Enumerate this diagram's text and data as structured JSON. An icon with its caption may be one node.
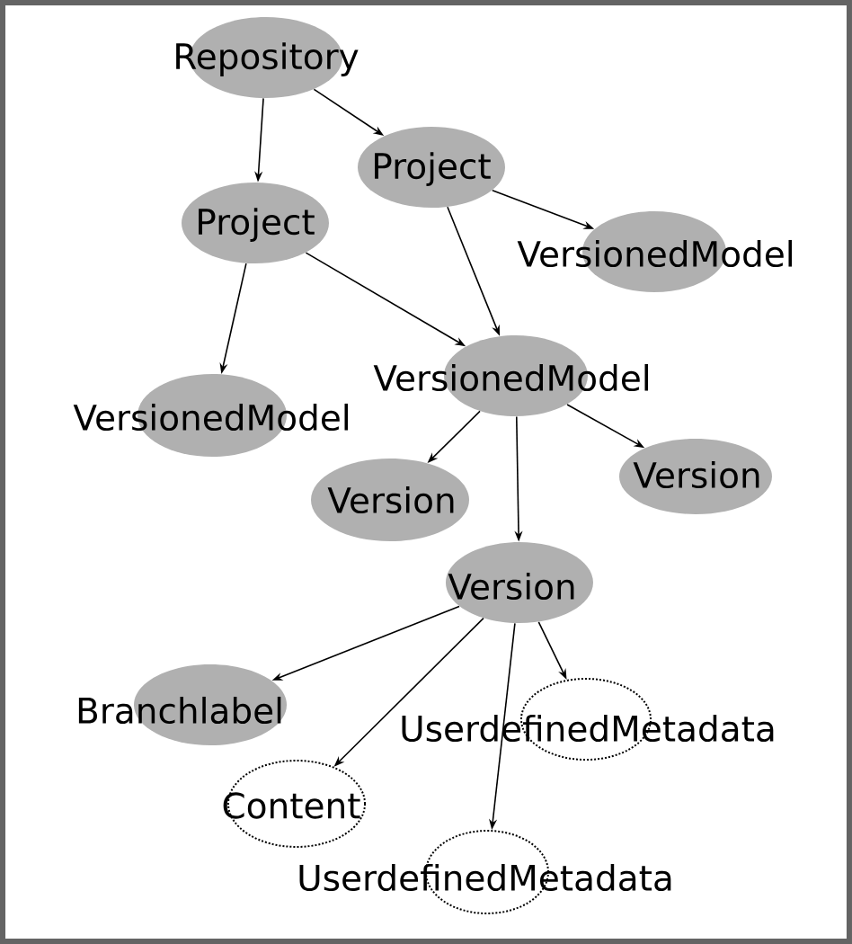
{
  "diagram": {
    "nodes": [
      {
        "text": [
          "Repository"
        ]
      },
      {
        "text": [
          "Project"
        ]
      },
      {
        "text": [
          "Project"
        ]
      },
      {
        "text": [
          "VersionedModel"
        ]
      },
      {
        "text": [
          "VersionedModel"
        ]
      },
      {
        "text": [
          "VersionedModel"
        ]
      },
      {
        "text": [
          "Version"
        ]
      },
      {
        "text": [
          "Version"
        ]
      },
      {
        "text": [
          "Version"
        ]
      },
      {
        "text": [
          "Branchlabel"
        ]
      },
      {
        "text": [
          "UserdefinedMetadata"
        ]
      },
      {
        "text": [
          "Content"
        ]
      },
      {
        "text": [
          "UserdefinedMetadata"
        ]
      }
    ],
    "edges": [
      {
        "from": 0,
        "to": 2,
        "arrow": "to"
      },
      {
        "from": 0,
        "to": 1,
        "arrow": "to"
      },
      {
        "from": 1,
        "to": 3,
        "arrow": "to"
      },
      {
        "from": 1,
        "to": 4,
        "arrow": "to"
      },
      {
        "from": 2,
        "to": 5,
        "arrow": "to"
      },
      {
        "from": 2,
        "to": 4,
        "arrow": "to"
      },
      {
        "from": 4,
        "to": 6,
        "arrow": "to"
      },
      {
        "from": 4,
        "to": 7,
        "arrow": "to"
      },
      {
        "from": 4,
        "to": 8,
        "arrow": "to"
      },
      {
        "from": 8,
        "to": 9,
        "arrow": "to"
      },
      {
        "from": 8,
        "to": 11,
        "arrow": "to"
      },
      {
        "from": 8,
        "to": 12,
        "arrow": "to"
      },
      {
        "from": 8,
        "to": 10,
        "arrow": "to"
      }
    ]
  }
}
